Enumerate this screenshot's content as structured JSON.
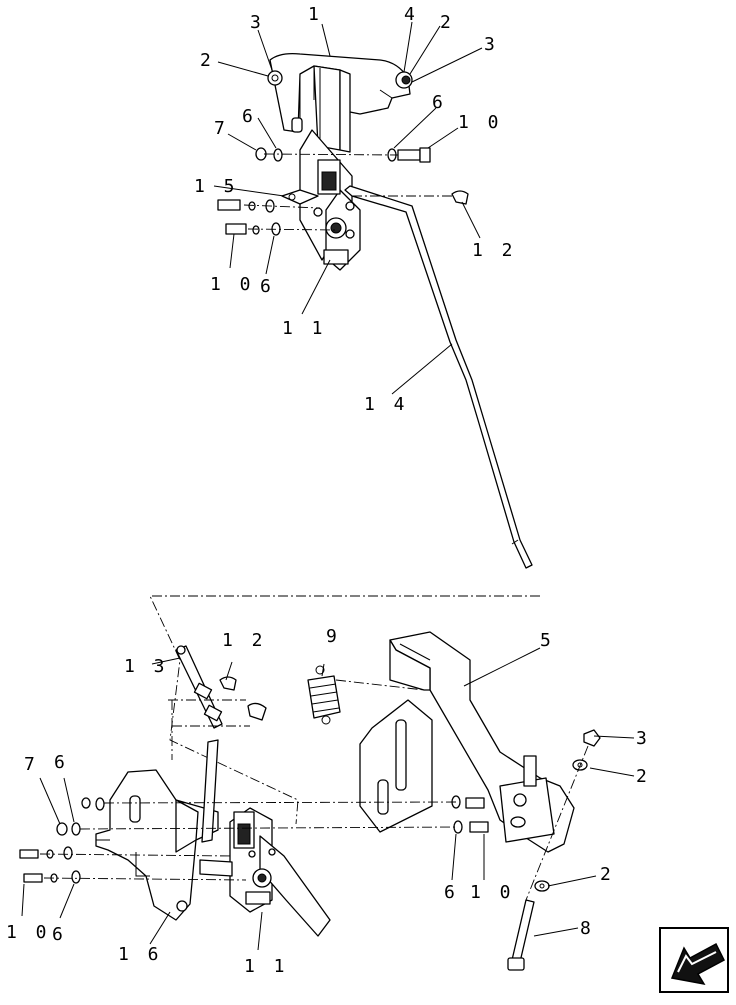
{
  "diagram": {
    "callouts": [
      {
        "id": "c-1-top",
        "label": "1"
      },
      {
        "id": "c-2-left",
        "label": "2"
      },
      {
        "id": "c-3-left",
        "label": "3"
      },
      {
        "id": "c-4-top",
        "label": "4"
      },
      {
        "id": "c-2-top-right",
        "label": "2"
      },
      {
        "id": "c-3-top-right",
        "label": "3"
      },
      {
        "id": "c-7-top",
        "label": "7"
      },
      {
        "id": "c-6-top-left",
        "label": "6"
      },
      {
        "id": "c-6-top-right",
        "label": "6"
      },
      {
        "id": "c-10-top-right",
        "label": "1 0"
      },
      {
        "id": "c-15",
        "label": "1 5"
      },
      {
        "id": "c-12-top",
        "label": "1 2"
      },
      {
        "id": "c-10-top-left",
        "label": "1 0"
      },
      {
        "id": "c-6-top-bottom",
        "label": "6"
      },
      {
        "id": "c-11-top",
        "label": "1 1"
      },
      {
        "id": "c-14",
        "label": "1 4"
      },
      {
        "id": "c-12-bottom",
        "label": "1 2"
      },
      {
        "id": "c-9",
        "label": "9"
      },
      {
        "id": "c-5",
        "label": "5"
      },
      {
        "id": "c-13",
        "label": "1 3"
      },
      {
        "id": "c-3-bottom",
        "label": "3"
      },
      {
        "id": "c-2-bottom-upper",
        "label": "2"
      },
      {
        "id": "c-7-bottom",
        "label": "7"
      },
      {
        "id": "c-6-bottom-left-upper",
        "label": "6"
      },
      {
        "id": "c-6-bottom-mid",
        "label": "6"
      },
      {
        "id": "c-10-bottom-mid",
        "label": "1 0"
      },
      {
        "id": "c-2-bottom-lower",
        "label": "2"
      },
      {
        "id": "c-8",
        "label": "8"
      },
      {
        "id": "c-10-bottom-left",
        "label": "1 0"
      },
      {
        "id": "c-6-bottom-left-lower",
        "label": "6"
      },
      {
        "id": "c-16",
        "label": "1 6"
      },
      {
        "id": "c-11-bottom",
        "label": "1 1"
      }
    ]
  },
  "navigation": {
    "icon": "previous-page-arrow-icon"
  }
}
